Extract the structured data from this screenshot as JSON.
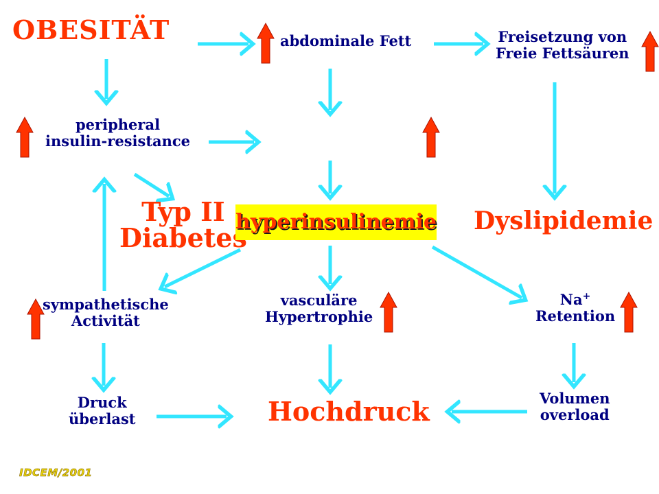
{
  "colors": {
    "connector_arrow": "#33e6ff",
    "increase_arrow": "#ff3300",
    "increase_arrow_outline": "#aa1100",
    "heading_text": "#ff3300",
    "body_text": "#000080",
    "highlight_box": "#ffff00"
  },
  "nodes": {
    "obesitat": "OBESITÄT",
    "abdominal": "abdominale Fett",
    "freisetzung_line1": "Freisetzung von",
    "freisetzung_line2": "Freie Fettsäuren",
    "peripheral_line1": "peripheral",
    "peripheral_line2": "insulin-resistance",
    "typ2_line1": "Typ II",
    "typ2_line2": "Diabetes",
    "hyperinsulinemie": "hyperinsulinemie",
    "dyslipidemie": "Dyslipidemie",
    "sympathetic_line1": "sympathetische",
    "sympathetic_line2": "Activität",
    "vascular_line1": "vasculäre",
    "vascular_line2": "Hypertrophie",
    "na_symbol": "Na",
    "na_charge": "+",
    "retention": "Retention",
    "druck_line1": "Druck",
    "druck_line2": "überlast",
    "hochdruck": "Hochdruck",
    "volumen_line1": "Volumen",
    "volumen_line2": "overload"
  },
  "increase_arrows": [
    "abdominal",
    "freisetzung",
    "peripheral",
    "center",
    "sympathetic",
    "vascular",
    "na_retention"
  ],
  "footer": "IDCEM/2001"
}
